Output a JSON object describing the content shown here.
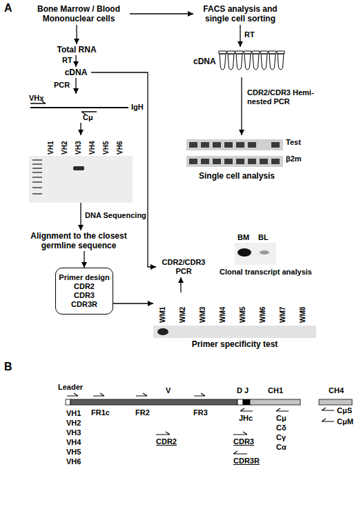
{
  "diagram": {
    "nodes": [
      {
        "text": [
          "Bone Marrow / Blood Mononuclear cells"
        ]
      },
      {
        "text": [
          "FACS analysis and single cell sorting"
        ]
      },
      {
        "text": [
          "Total RNA"
        ]
      },
      {
        "text": [
          "cDNA"
        ]
      },
      {
        "text": [
          "VHx",
          "Cμ",
          "IgH"
        ]
      },
      {
        "text": [
          "VH1",
          "VH2",
          "VH3",
          "VH4",
          "VH5",
          "VH6"
        ]
      },
      {
        "text": [
          "Alignment to the closest germline sequence"
        ]
      },
      {
        "text": [
          "Primer design",
          "CDR2 CDR3 CDR3R"
        ]
      },
      {
        "text": [
          "WM1",
          "WM2",
          "WM3",
          "WM4",
          "WM5",
          "WM6",
          "WM7",
          "WM8",
          "Primer specificity test"
        ]
      },
      {
        "text": [
          "cDNA"
        ]
      },
      {
        "text": [
          "Test",
          "β2m",
          "Single cell analysis"
        ]
      },
      {
        "text": [
          "CDR2/CDR3 PCR"
        ]
      },
      {
        "text": [
          "BM",
          "BL",
          "Clonal transcript analysis"
        ]
      }
    ],
    "edges": [
      {
        "from": 0,
        "to": 1,
        "arrow": "to"
      },
      {
        "from": 0,
        "to": 2,
        "arrow": "to"
      },
      {
        "from": 2,
        "to": 3,
        "arrow": "to",
        "label": "RT"
      },
      {
        "from": 3,
        "to": 4,
        "arrow": "to",
        "label": "PCR"
      },
      {
        "from": 4,
        "to": 5,
        "arrow": "to"
      },
      {
        "from": 5,
        "to": 6,
        "arrow": "to",
        "label": "DNA Sequencing"
      },
      {
        "from": 6,
        "to": 7,
        "arrow": "to"
      },
      {
        "from": 7,
        "to": 8,
        "arrow": "to"
      },
      {
        "from": 1,
        "to": 9,
        "arrow": "to",
        "label": "RT"
      },
      {
        "from": 9,
        "to": 10,
        "arrow": "to",
        "label": "CDR2/CDR3 Hemi-nested PCR"
      },
      {
        "from": 3,
        "to": 11,
        "arrow": "to"
      },
      {
        "from": 8,
        "to": 11,
        "arrow": "to"
      }
    ],
    "labels": [
      "A",
      "B",
      "Leader",
      "V",
      "D",
      "J",
      "CH1",
      "CH4",
      "VH1",
      "VH2",
      "VH3",
      "VH4",
      "VH5",
      "VH6",
      "FR1c",
      "FR2",
      "FR3",
      "JHc",
      "Cμ",
      "Cδ",
      "Cγ",
      "Cα",
      "CμS",
      "CμM",
      "CDR2",
      "CDR3",
      "CDR3R"
    ]
  }
}
